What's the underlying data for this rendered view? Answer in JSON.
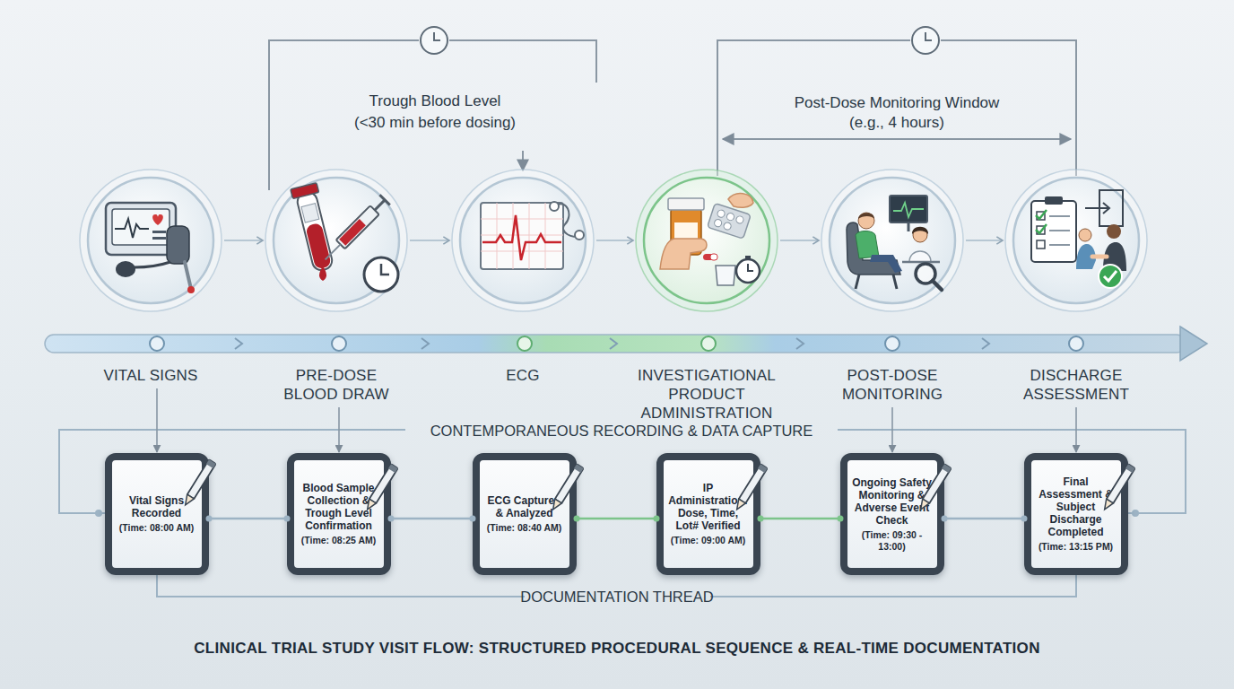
{
  "diagram": {
    "title": "CLINICAL TRIAL STUDY VISIT FLOW: STRUCTURED PROCEDURAL SEQUENCE & REAL-TIME DOCUMENTATION",
    "nodes": [
      {
        "text": [
          "VITAL SIGNS"
        ]
      },
      {
        "text": [
          "PRE-DOSE BLOOD DRAW"
        ]
      },
      {
        "text": [
          "ECG"
        ]
      },
      {
        "text": [
          "INVESTIGATIONAL PRODUCT ADMINISTRATION"
        ]
      },
      {
        "text": [
          "POST-DOSE MONITORING"
        ]
      },
      {
        "text": [
          "DISCHARGE ASSESSMENT"
        ]
      },
      {
        "text": [
          "Vital Signs Recorded",
          "(Time: 08:00 AM)"
        ]
      },
      {
        "text": [
          "Blood Sample Collection & Trough Level Confirmation",
          "(Time: 08:25 AM)"
        ]
      },
      {
        "text": [
          "ECG Captured & Analyzed",
          "(Time: 08:40 AM)"
        ]
      },
      {
        "text": [
          "IP Administration: Dose, Time, Lot# Verified",
          "(Time: 09:00 AM)"
        ]
      },
      {
        "text": [
          "Ongoing Safety Monitoring & Adverse Event Check",
          "(Time: 09:30 - 13:00)"
        ]
      },
      {
        "text": [
          "Final Assessment & Subject Discharge Completed",
          "(Time: 13:15 PM)"
        ]
      }
    ],
    "edges": [
      {
        "from": 0,
        "to": 1,
        "arrow": "to"
      },
      {
        "from": 1,
        "to": 2,
        "arrow": "to"
      },
      {
        "from": 2,
        "to": 3,
        "arrow": "to"
      },
      {
        "from": 3,
        "to": 4,
        "arrow": "to"
      },
      {
        "from": 4,
        "to": 5,
        "arrow": "to"
      },
      {
        "from": 6,
        "to": 7,
        "arrow": "none"
      },
      {
        "from": 7,
        "to": 8,
        "arrow": "none"
      },
      {
        "from": 8,
        "to": 9,
        "arrow": "none"
      },
      {
        "from": 9,
        "to": 10,
        "arrow": "none"
      },
      {
        "from": 10,
        "to": 11,
        "arrow": "none"
      },
      {
        "from": 0,
        "to": 6,
        "arrow": "to"
      },
      {
        "from": 1,
        "to": 7,
        "arrow": "to"
      },
      {
        "from": 4,
        "to": 10,
        "arrow": "to"
      },
      {
        "from": 5,
        "to": 11,
        "arrow": "to"
      }
    ],
    "labels": [
      "Trough Blood Level",
      "(<30 min before dosing)",
      "Post-Dose Monitoring Window",
      "(e.g., 4 hours)",
      "CONTEMPORANEOUS RECORDING & DATA CAPTURE",
      "DOCUMENTATION THREAD"
    ]
  }
}
